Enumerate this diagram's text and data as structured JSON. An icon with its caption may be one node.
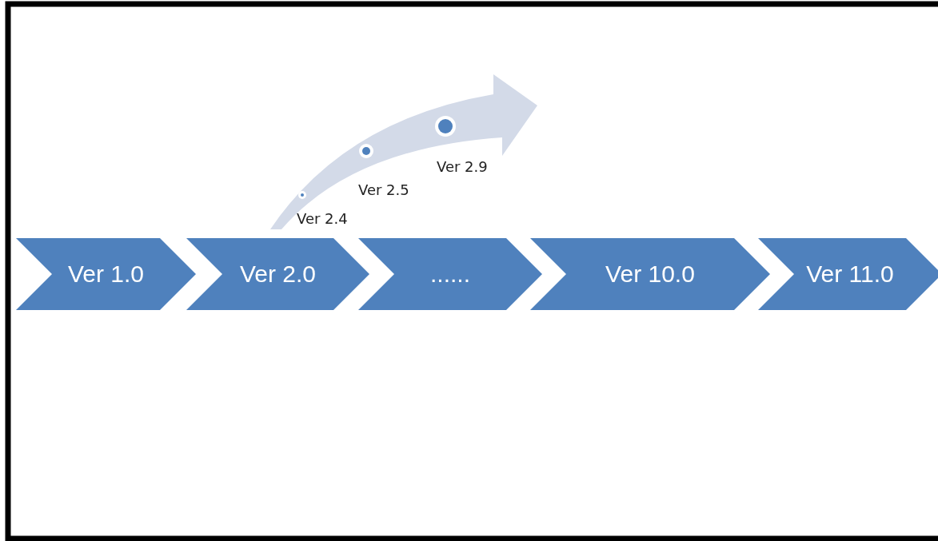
{
  "diagram": {
    "nodes": [
      {
        "text": [
          "Ver 1.0"
        ]
      },
      {
        "text": [
          "Ver 2.0"
        ]
      },
      {
        "text": [
          "......"
        ]
      },
      {
        "text": [
          "Ver 10.0"
        ]
      },
      {
        "text": [
          "Ver 11.0"
        ]
      }
    ],
    "labels": [
      "Ver 2.4",
      "Ver 2.5",
      "Ver 2.9"
    ]
  }
}
